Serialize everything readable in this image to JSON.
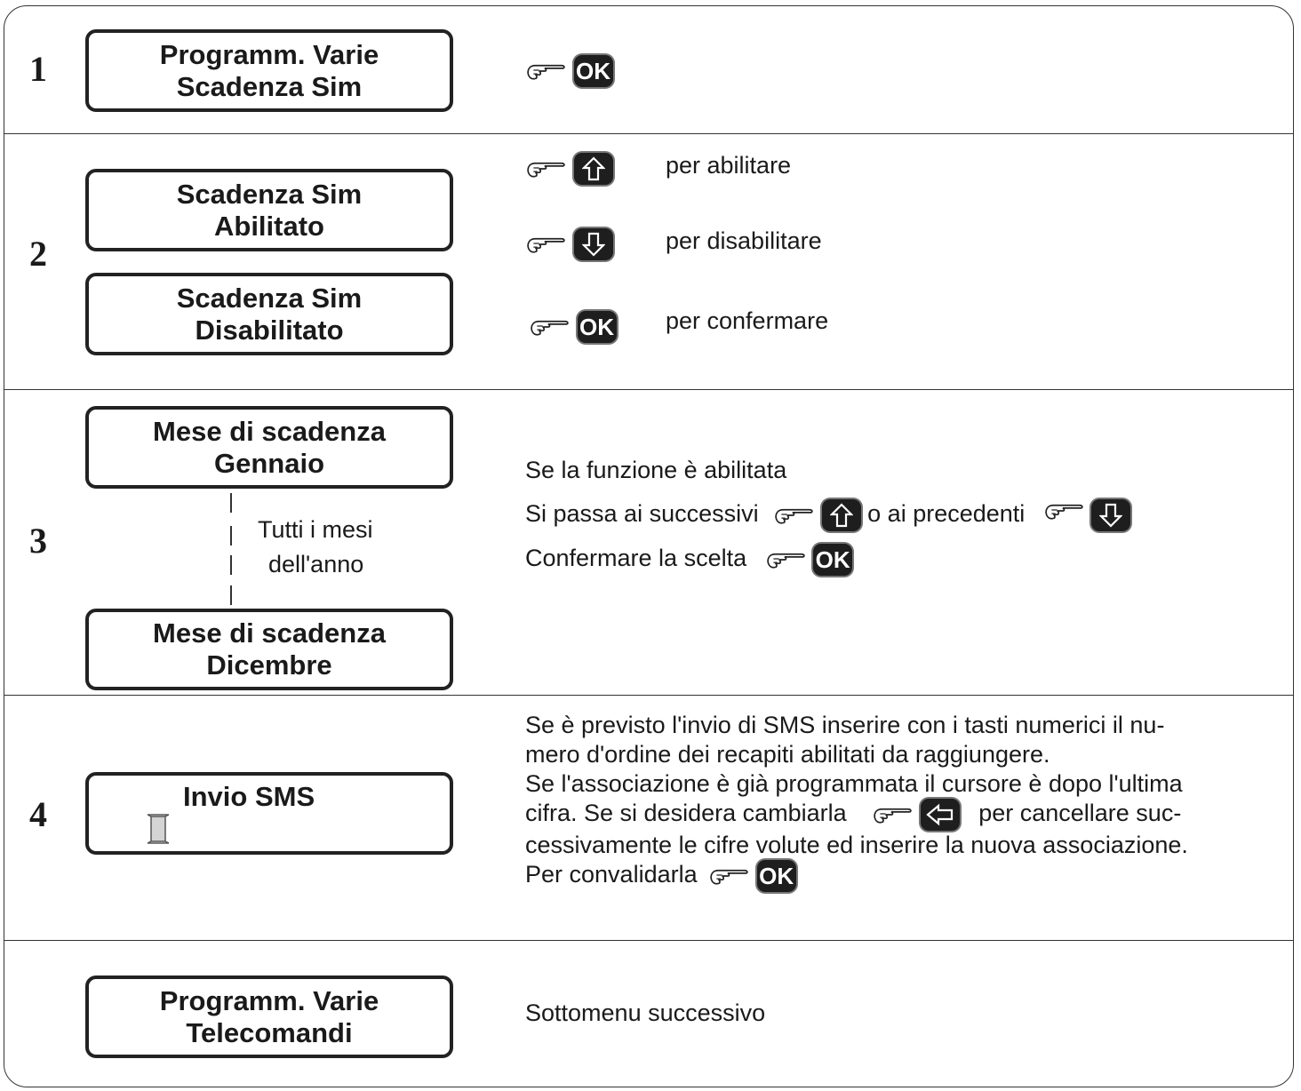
{
  "rows": [
    {
      "num": "1",
      "lcd": {
        "line1": "Programm. Varie",
        "line2": "Scadenza Sim"
      }
    },
    {
      "num": "2",
      "lcd_a": {
        "line1": "Scadenza Sim",
        "line2": "Abilitato"
      },
      "lcd_b": {
        "line1": "Scadenza Sim",
        "line2": "Disabilitato"
      },
      "instr": [
        "per abilitare",
        "per disabilitare",
        "per confermare"
      ]
    },
    {
      "num": "3",
      "lcd_a": {
        "line1": "Mese di scadenza",
        "line2": "Gennaio"
      },
      "lcd_b": {
        "line1": "Mese di scadenza",
        "line2": "Dicembre"
      },
      "note": {
        "line1": "Tutti i mesi",
        "line2": "dell'anno"
      },
      "text": {
        "line1": "Se la funzione è abilitata",
        "line2a": "Si passa ai successivi",
        "line2b": "o ai precedenti",
        "line3": "Confermare la scelta"
      }
    },
    {
      "num": "4",
      "lcd": {
        "line1": "Invio SMS"
      },
      "text": {
        "l1": "Se è previsto l'invio di SMS inserire con i tasti numerici il nu-",
        "l2": "mero d'ordine dei recapiti abilitati da raggiungere.",
        "l3": "Se l'associazione è già programmata il cursore è dopo l'ultima",
        "l4a": "cifra. Se si desidera cambiarla",
        "l4b": "per cancellare suc-",
        "l5": "cessivamente le cifre volute ed inserire la nuova associazione.",
        "l6": "Per convalidarla"
      }
    },
    {
      "num": "",
      "lcd": {
        "line1": "Programm. Varie",
        "line2": "Telecomandi"
      },
      "text": "Sottomenu successivo"
    }
  ],
  "keys": {
    "ok": "OK",
    "up": "up-arrow",
    "down": "down-arrow",
    "back": "left-arrow"
  },
  "icons": {
    "hand": "pointing-hand-icon"
  }
}
